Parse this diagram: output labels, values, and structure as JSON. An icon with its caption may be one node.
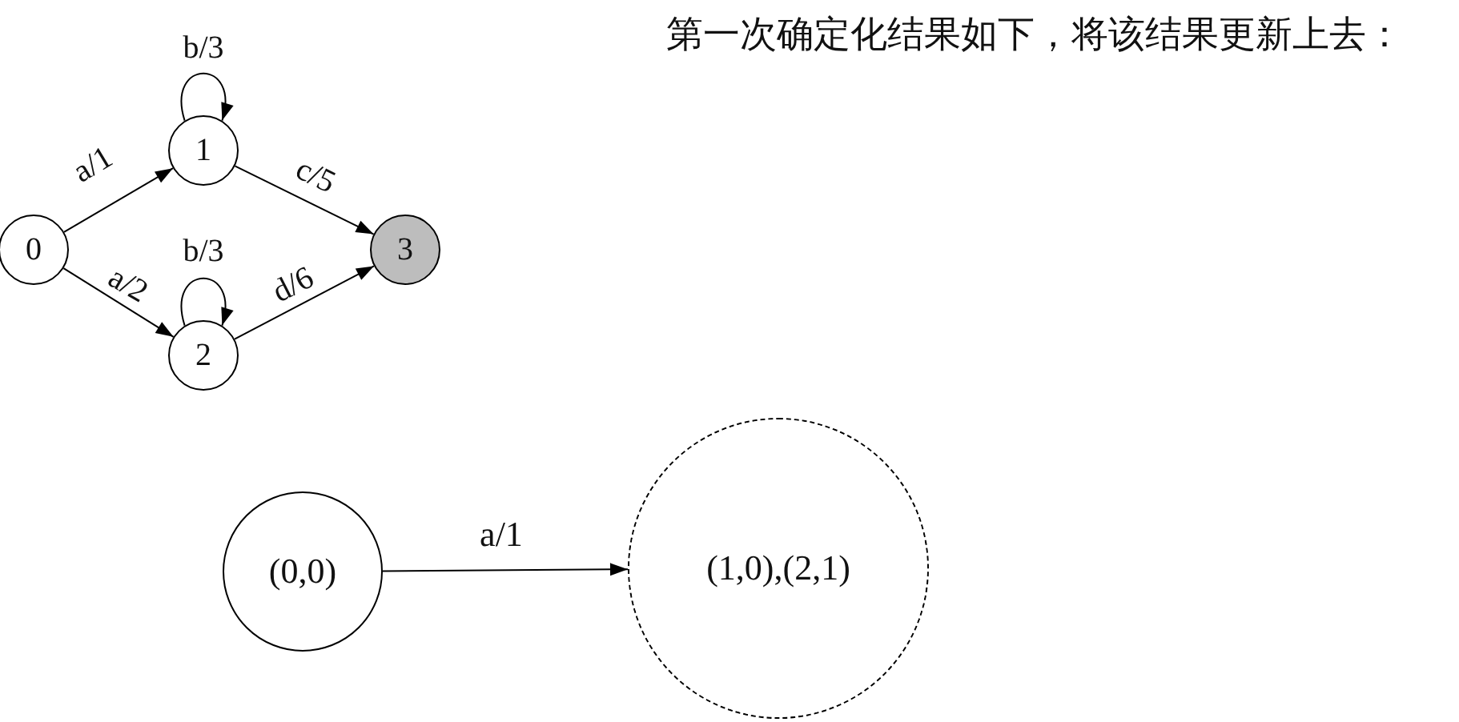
{
  "diagram": {
    "title": "第一次确定化结果如下，将该结果更新上去：",
    "nodes": [
      {
        "text": [
          "0"
        ]
      },
      {
        "text": [
          "1"
        ]
      },
      {
        "text": [
          "2"
        ]
      },
      {
        "text": [
          "3"
        ]
      },
      {
        "text": [
          "(0,0)"
        ]
      },
      {
        "text": [
          "(1,0),(2,1)"
        ]
      }
    ],
    "edges": [
      {
        "from": 0,
        "to": 1,
        "arrow": "to",
        "label": "a/1"
      },
      {
        "from": 1,
        "to": 1,
        "arrow": "to",
        "label": "b/3"
      },
      {
        "from": 0,
        "to": 2,
        "arrow": "to",
        "label": "a/2"
      },
      {
        "from": 2,
        "to": 2,
        "arrow": "to",
        "label": "b/3"
      },
      {
        "from": 1,
        "to": 3,
        "arrow": "to",
        "label": "c/5"
      },
      {
        "from": 2,
        "to": 3,
        "arrow": "to",
        "label": "d/6"
      },
      {
        "from": 4,
        "to": 5,
        "arrow": "to",
        "label": "a/1"
      }
    ]
  }
}
